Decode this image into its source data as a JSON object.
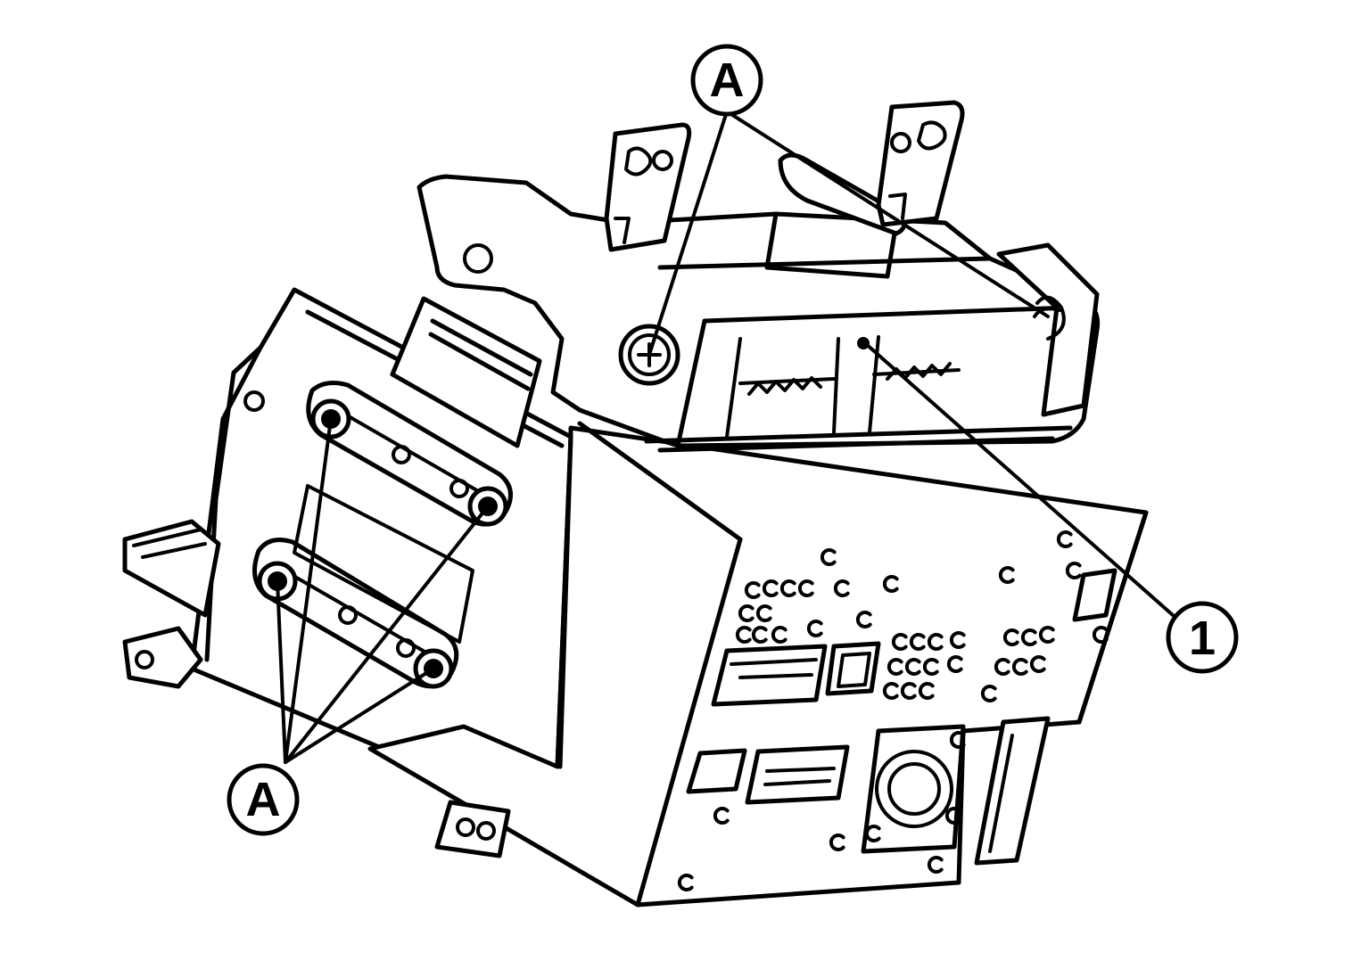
{
  "callouts": {
    "screw_label_top": "A",
    "screw_label_bottom": "A",
    "part_label": "1"
  },
  "colors": {
    "ink": "#000000",
    "paper": "#ffffff"
  }
}
